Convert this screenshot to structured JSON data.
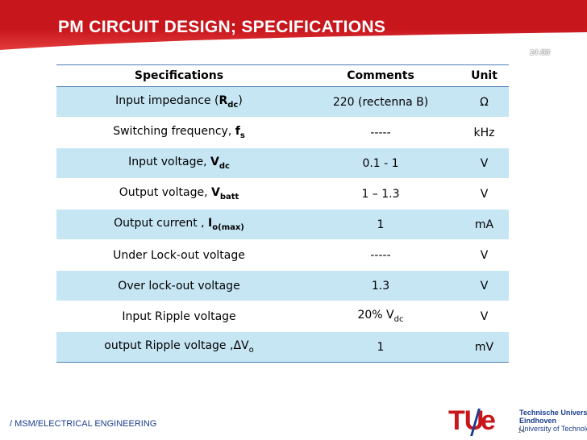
{
  "header": {
    "title": "PM CIRCUIT DESIGN;  SPECIFICATIONS",
    "page_number": "14 /33"
  },
  "table": {
    "columns": [
      "Specifications",
      "Comments",
      "Unit"
    ],
    "rows": [
      {
        "spec": "Input impedance  (",
        "spec_bold": "R",
        "spec_sub": "dc",
        "spec_tail": ")",
        "comment": "220 (rectenna B)",
        "unit": "Ω"
      },
      {
        "spec": "Switching frequency, ",
        "spec_bold": "f",
        "spec_sub": "s",
        "spec_tail": "",
        "comment": "-----",
        "unit": "kHz"
      },
      {
        "spec": "Input voltage, ",
        "spec_bold": "V",
        "spec_sub": "dc",
        "spec_tail": "",
        "comment": "0.1 - 1",
        "unit": "V"
      },
      {
        "spec": "Output voltage, ",
        "spec_bold": "V",
        "spec_sub": "batt",
        "spec_tail": "",
        "comment": "1 – 1.3",
        "unit": "V"
      },
      {
        "spec": "Output current , ",
        "spec_bold": "I",
        "spec_sub": "o(max)",
        "spec_tail": "",
        "comment": "1",
        "unit": "mA"
      },
      {
        "spec": "Under Lock-out voltage",
        "spec_bold": "",
        "spec_sub": "",
        "spec_tail": "",
        "comment": "-----",
        "unit": "V"
      },
      {
        "spec": "Over lock-out  voltage",
        "spec_bold": "",
        "spec_sub": "",
        "spec_tail": "",
        "comment": "1.3",
        "unit": "V"
      },
      {
        "spec": "Input Ripple voltage",
        "spec_bold": "",
        "spec_sub": "",
        "spec_tail": "",
        "comment": "20% V",
        "comment_sub": "dc",
        "unit": "V"
      },
      {
        "spec": "output Ripple voltage ,ΔV",
        "spec_bold": "",
        "spec_sub": "o",
        "spec_tail": "",
        "comment": "1",
        "unit": "mV"
      }
    ]
  },
  "footer": {
    "department": "/ MSM/ELECTRICAL ENGINEERING",
    "logo_mark": "TU/e",
    "logo_lines": [
      "Technische Universiteit",
      "Eindhoven",
      "University of Technology"
    ],
    "slide_small": "14"
  },
  "colors": {
    "header_red": "#c8161d",
    "row_band": "#c7e6f4",
    "rule_blue": "#4a7fb5",
    "brand_blue": "#1a3d8f"
  }
}
